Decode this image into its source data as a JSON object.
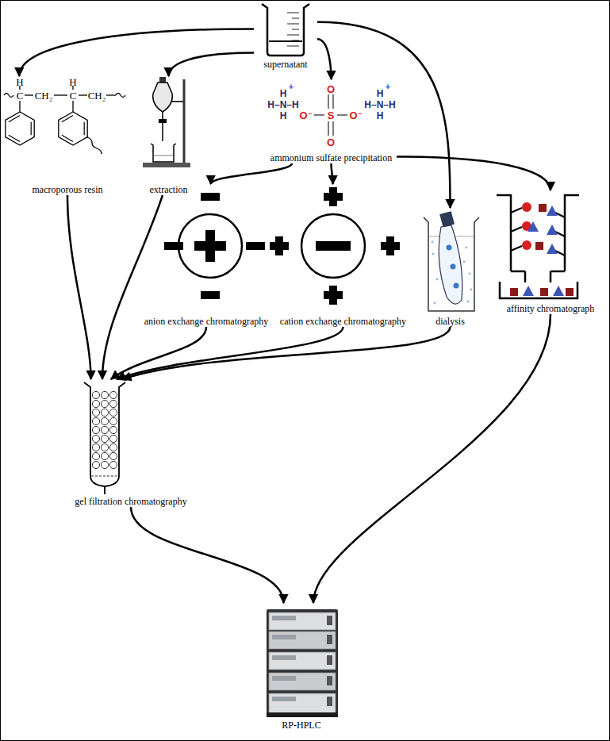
{
  "diagram": {
    "nodes": [
      {
        "text": [
          "supernatant"
        ]
      },
      {
        "text": [
          "macroporous resin"
        ]
      },
      {
        "text": [
          "extraction"
        ]
      },
      {
        "text": [
          "ammonium sulfate precipitation"
        ]
      },
      {
        "text": [
          "anion exchange chromatography"
        ]
      },
      {
        "text": [
          "cation exchange chromatography"
        ]
      },
      {
        "text": [
          "dialysis"
        ]
      },
      {
        "text": [
          "affinity chromatograph"
        ]
      },
      {
        "text": [
          "gel filtration chromatography"
        ]
      },
      {
        "text": [
          "RP-HPLC"
        ]
      }
    ],
    "edges": [
      {
        "from": 0,
        "to": 1,
        "arrow": "to"
      },
      {
        "from": 0,
        "to": 2,
        "arrow": "to"
      },
      {
        "from": 0,
        "to": 3,
        "arrow": "to"
      },
      {
        "from": 0,
        "to": 6,
        "arrow": "to"
      },
      {
        "from": 3,
        "to": 4,
        "arrow": "to"
      },
      {
        "from": 3,
        "to": 5,
        "arrow": "to"
      },
      {
        "from": 3,
        "to": 7,
        "arrow": "to"
      },
      {
        "from": 1,
        "to": 8,
        "arrow": "to"
      },
      {
        "from": 2,
        "to": 8,
        "arrow": "to"
      },
      {
        "from": 4,
        "to": 8,
        "arrow": "to"
      },
      {
        "from": 5,
        "to": 8,
        "arrow": "to"
      },
      {
        "from": 6,
        "to": 8,
        "arrow": "to"
      },
      {
        "from": 8,
        "to": 9,
        "arrow": "to"
      },
      {
        "from": 7,
        "to": 9,
        "arrow": "to"
      }
    ],
    "labels": [
      "H",
      "H",
      "C",
      "CH₂",
      "C",
      "CH₂",
      "H",
      "+",
      "H–N–H",
      "H",
      "O",
      "O⁻",
      "S",
      "O⁻",
      "O",
      "H",
      "+",
      "H–N–H",
      "H"
    ]
  }
}
